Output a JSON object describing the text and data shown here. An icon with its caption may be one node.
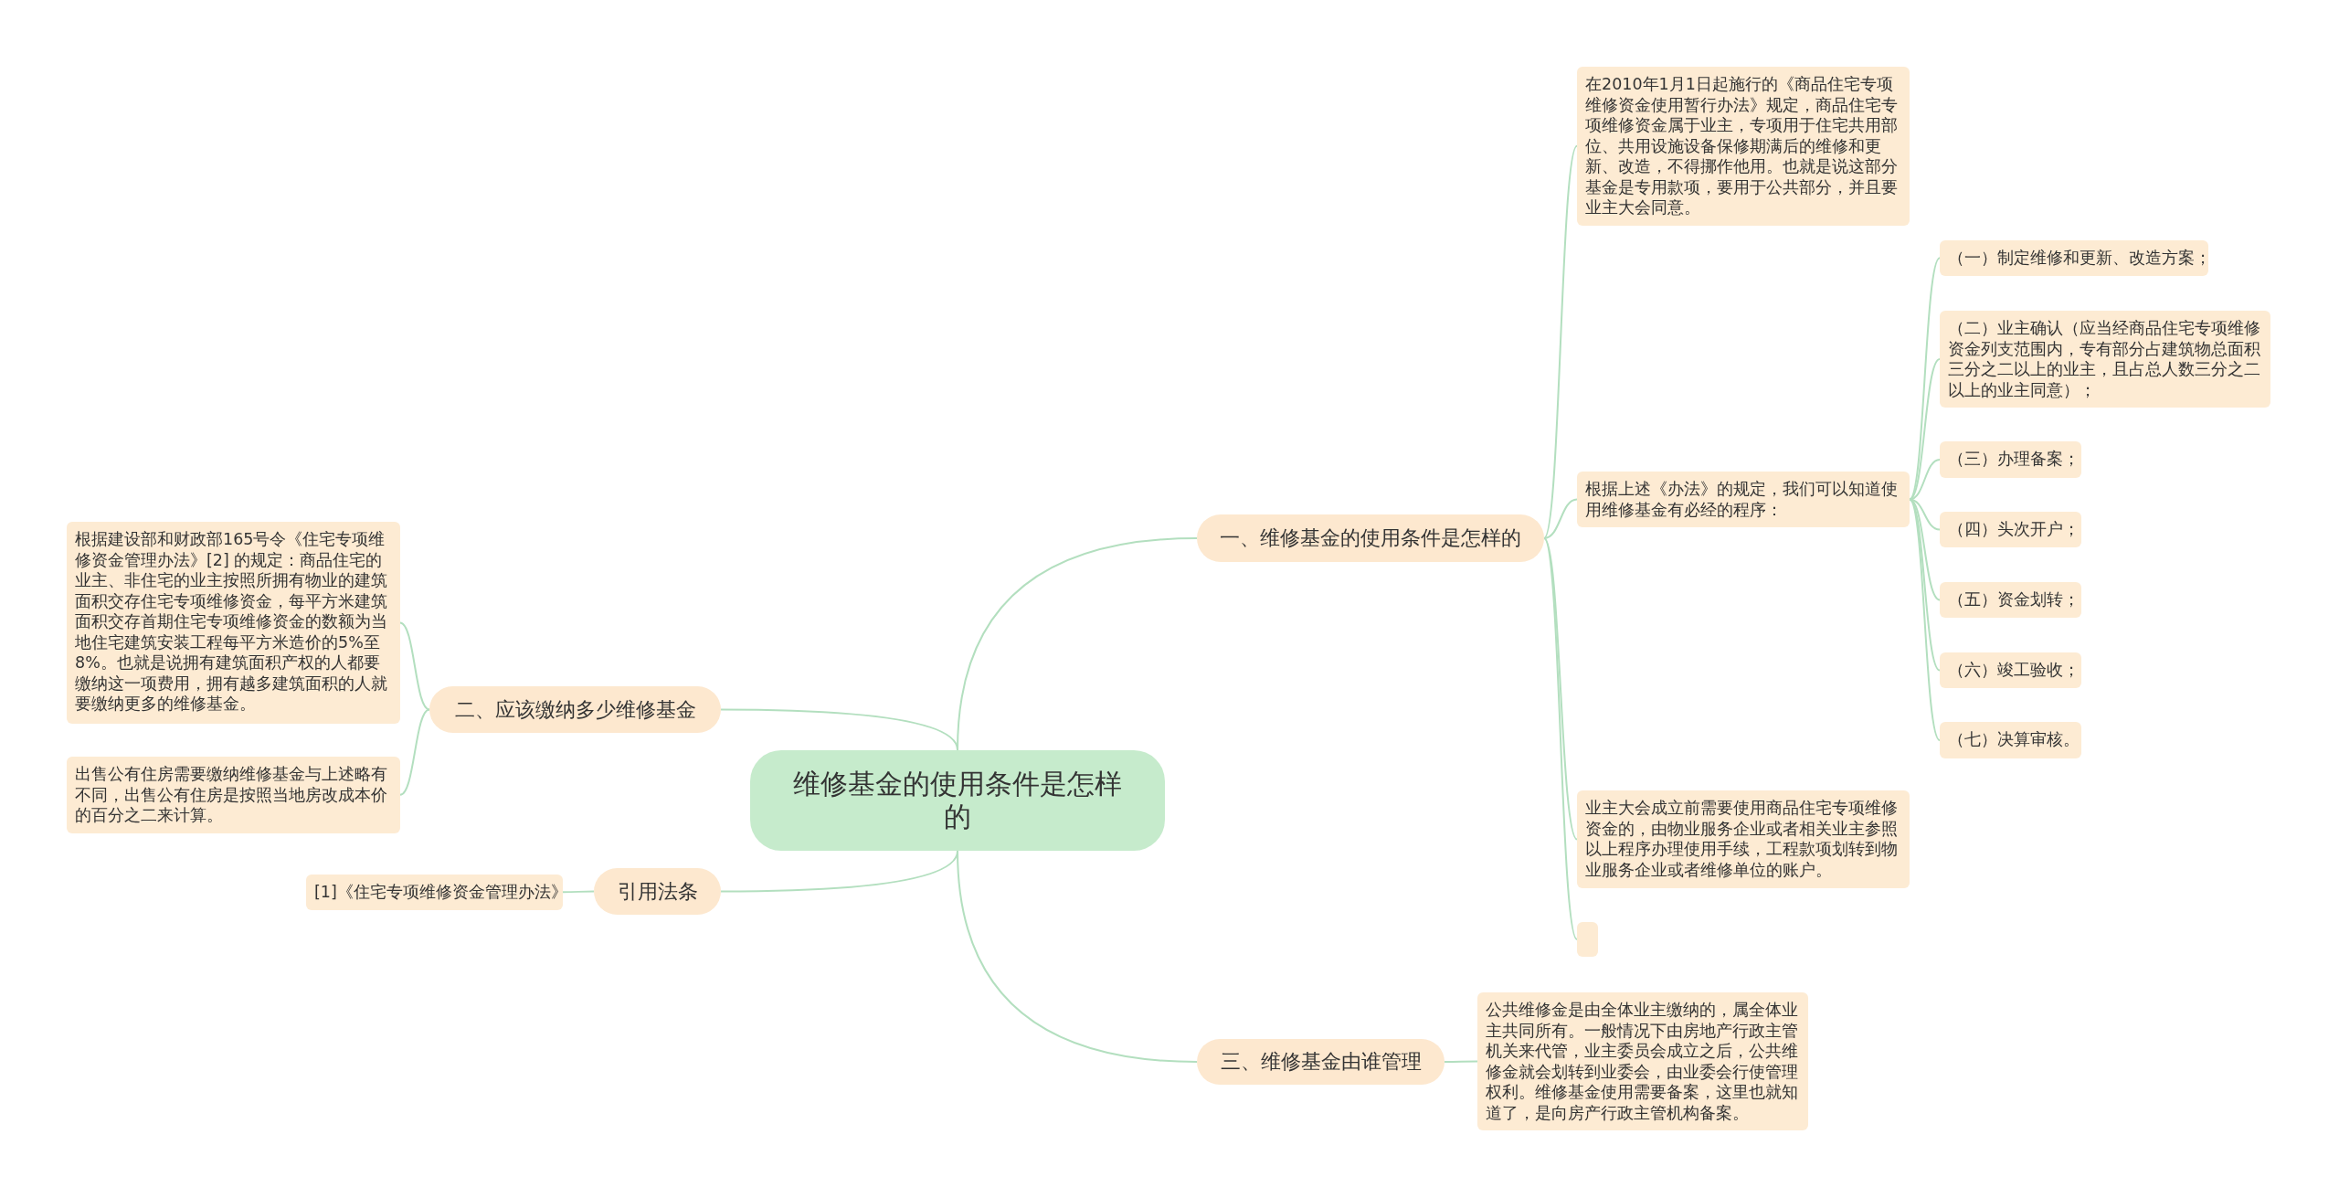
{
  "diagram": {
    "nodes": [
      {
        "text": [
          "维修基金的使用条件是怎样的"
        ]
      },
      {
        "text": [
          "一、维修基金的使用条件是怎样的"
        ]
      },
      {
        "text": [
          "在2010年1月1日起施行的《商品住宅专项维修资金使用暂行办法》规定，商品住宅专项维修资金属于业主，专项用于住宅共用部位、共用设施设备保修期满后的维修和更新、改造，不得挪作他用。也就是说这部分基金是专用款项，要用于公共部分，并且要业主大会同意。"
        ]
      },
      {
        "text": [
          "根据上述《办法》的规定，我们可以知道使用维修基金有必经的程序："
        ]
      },
      {
        "text": [
          "（一）制定维修和更新、改造方案；"
        ]
      },
      {
        "text": [
          "（二）业主确认（应当经商品住宅专项维修资金列支范围内，专有部分占建筑物总面积三分之二以上的业主，且占总人数三分之二以上的业主同意）；"
        ]
      },
      {
        "text": [
          "（三）办理备案；"
        ]
      },
      {
        "text": [
          "（四）头次开户；"
        ]
      },
      {
        "text": [
          "（五）资金划转；"
        ]
      },
      {
        "text": [
          "（六）竣工验收；"
        ]
      },
      {
        "text": [
          "（七）决算审核。"
        ]
      },
      {
        "text": [
          "业主大会成立前需要使用商品住宅专项维修资金的，由物业服务企业或者相关业主参照以上程序办理使用手续，工程款项划转到物业服务企业或者维修单位的账户。"
        ]
      },
      {
        "text": [],
        "shape": "box"
      },
      {
        "text": [
          "二、应该缴纳多少维修基金"
        ]
      },
      {
        "text": [
          "根据建设部和财政部165号令《住宅专项维修资金管理办法》[2] 的规定：商品住宅的业主、非住宅的业主按照所拥有物业的建筑面积交存住宅专项维修资金，每平方米建筑面积交存首期住宅专项维修资金的数额为当地住宅建筑安装工程每平方米造价的5%至8%。也就是说拥有建筑面积产权的人都要缴纳这一项费用，拥有越多建筑面积的人就要缴纳更多的维修基金。"
        ]
      },
      {
        "text": [
          "出售公有住房需要缴纳维修基金与上述略有不同，出售公有住房是按照当地房改成本价的百分之二来计算。"
        ]
      },
      {
        "text": [
          "引用法条"
        ]
      },
      {
        "text": [
          "[1]《住宅专项维修资金管理办法》"
        ]
      },
      {
        "text": [
          "三、维修基金由谁管理"
        ]
      },
      {
        "text": [
          "公共维修金是由全体业主缴纳的，属全体业主共同所有。一般情况下由房地产行政主管机关来代管，业主委员会成立之后，公共维修金就会划转到业委会，由业委会行使管理权利。维修基金使用需要备案，这里也就知道了，是向房产行政主管机构备案。"
        ]
      }
    ],
    "edges": [
      {
        "from": 0,
        "to": 1,
        "arrow": "none"
      },
      {
        "from": 1,
        "to": 2,
        "arrow": "none"
      },
      {
        "from": 1,
        "to": 3,
        "arrow": "none"
      },
      {
        "from": 3,
        "to": 4,
        "arrow": "none"
      },
      {
        "from": 3,
        "to": 5,
        "arrow": "none"
      },
      {
        "from": 3,
        "to": 6,
        "arrow": "none"
      },
      {
        "from": 3,
        "to": 7,
        "arrow": "none"
      },
      {
        "from": 3,
        "to": 8,
        "arrow": "none"
      },
      {
        "from": 3,
        "to": 9,
        "arrow": "none"
      },
      {
        "from": 3,
        "to": 10,
        "arrow": "none"
      },
      {
        "from": 1,
        "to": 11,
        "arrow": "none"
      },
      {
        "from": 1,
        "to": 12,
        "arrow": "none"
      },
      {
        "from": 0,
        "to": 13,
        "arrow": "none"
      },
      {
        "from": 13,
        "to": 14,
        "arrow": "none"
      },
      {
        "from": 13,
        "to": 15,
        "arrow": "none"
      },
      {
        "from": 0,
        "to": 16,
        "arrow": "none"
      },
      {
        "from": 16,
        "to": 17,
        "arrow": "none"
      },
      {
        "from": 0,
        "to": 18,
        "arrow": "none"
      },
      {
        "from": 18,
        "to": 19,
        "arrow": "none"
      }
    ]
  }
}
